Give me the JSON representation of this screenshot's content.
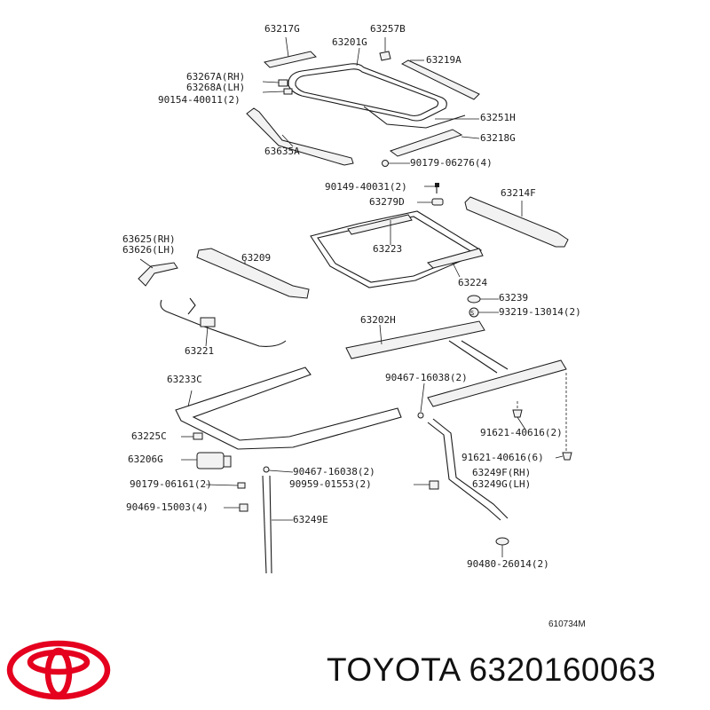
{
  "callouts": [
    {
      "id": "c01",
      "text": "63217G"
    },
    {
      "id": "c02",
      "text": "63257B"
    },
    {
      "id": "c03",
      "text": "63201G"
    },
    {
      "id": "c04",
      "text": "63219A"
    },
    {
      "id": "c05",
      "text": "63267A(RH)"
    },
    {
      "id": "c06",
      "text": "63268A(LH)"
    },
    {
      "id": "c07",
      "text": "90154-40011(2)"
    },
    {
      "id": "c08",
      "text": "63251H"
    },
    {
      "id": "c09",
      "text": "63218G"
    },
    {
      "id": "c10",
      "text": "63635A"
    },
    {
      "id": "c11",
      "text": "90179-06276(4)"
    },
    {
      "id": "c12",
      "text": "90149-40031(2)"
    },
    {
      "id": "c13",
      "text": "63214F"
    },
    {
      "id": "c14",
      "text": "63279D"
    },
    {
      "id": "c15",
      "text": "63625(RH)"
    },
    {
      "id": "c16",
      "text": "63626(LH)"
    },
    {
      "id": "c17",
      "text": "63223"
    },
    {
      "id": "c18",
      "text": "63209"
    },
    {
      "id": "c19",
      "text": "63224"
    },
    {
      "id": "c20",
      "text": "63239"
    },
    {
      "id": "c21",
      "text": "93219-13014(2)"
    },
    {
      "id": "c22",
      "text": "63202H"
    },
    {
      "id": "c23",
      "text": "63221"
    },
    {
      "id": "c24",
      "text": "63233C"
    },
    {
      "id": "c25",
      "text": "90467-16038(2)"
    },
    {
      "id": "c26",
      "text": "63225C"
    },
    {
      "id": "c27",
      "text": "91621-40616(2)"
    },
    {
      "id": "c28",
      "text": "63206G"
    },
    {
      "id": "c29",
      "text": "91621-40616(6)"
    },
    {
      "id": "c30",
      "text": "90467-16038(2)"
    },
    {
      "id": "c31",
      "text": "63249F(RH)"
    },
    {
      "id": "c32",
      "text": "90179-06161(2)"
    },
    {
      "id": "c33",
      "text": "90959-01553(2)"
    },
    {
      "id": "c34",
      "text": "63249G(LH)"
    },
    {
      "id": "c35",
      "text": "90469-15003(4)"
    },
    {
      "id": "c36",
      "text": "63249E"
    },
    {
      "id": "c37",
      "text": "90480-26014(2)"
    }
  ],
  "reference_code": "610734M",
  "brand_text": "TOYOTA 6320160063",
  "logo_color": "#e4001e"
}
